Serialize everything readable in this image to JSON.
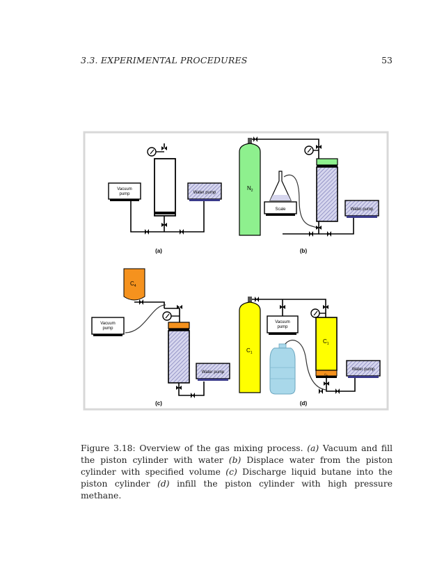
{
  "header": {
    "running_head": "3.3.   EXPERIMENTAL PROCEDURES",
    "page_number": "53"
  },
  "figure": {
    "panel_labels": {
      "a": "(a)",
      "b": "(b)",
      "c": "(c)",
      "d": "(d)"
    },
    "labels": {
      "vacuum_pump_line1": "Vacuum",
      "vacuum_pump_line2": "pump",
      "water_pump": "Water pump",
      "scale": "Scale",
      "n2": "N",
      "n2_sub": "2",
      "c4": "C",
      "c4_sub": "4",
      "c1": "C",
      "c1_sub": "1",
      "c4_small": "C",
      "c4_small_sub": "4"
    },
    "colors": {
      "n2_cylinder": "#8ef08e",
      "c1_cylinder": "#ffff00",
      "c4_vessel": "#f5921e",
      "water": "#c8c8e6",
      "pump_base": "#3a3a8a",
      "jug": "#a9d8ea",
      "frame": "#d8d8d8"
    }
  },
  "caption": {
    "prefix": "Figure 3.18:  Overview of the gas mixing process.  ",
    "a_label": "(a)",
    "a_text": " Vacuum and fill the piston cylinder with water ",
    "b_label": "(b)",
    "b_text": " Displace water from the piston cylinder with specified volume ",
    "c_label": "(c)",
    "c_text": " Discharge liquid butane into the piston cylinder ",
    "d_label": "(d)",
    "d_text": " infill the piston cylinder with high pressure methane."
  }
}
